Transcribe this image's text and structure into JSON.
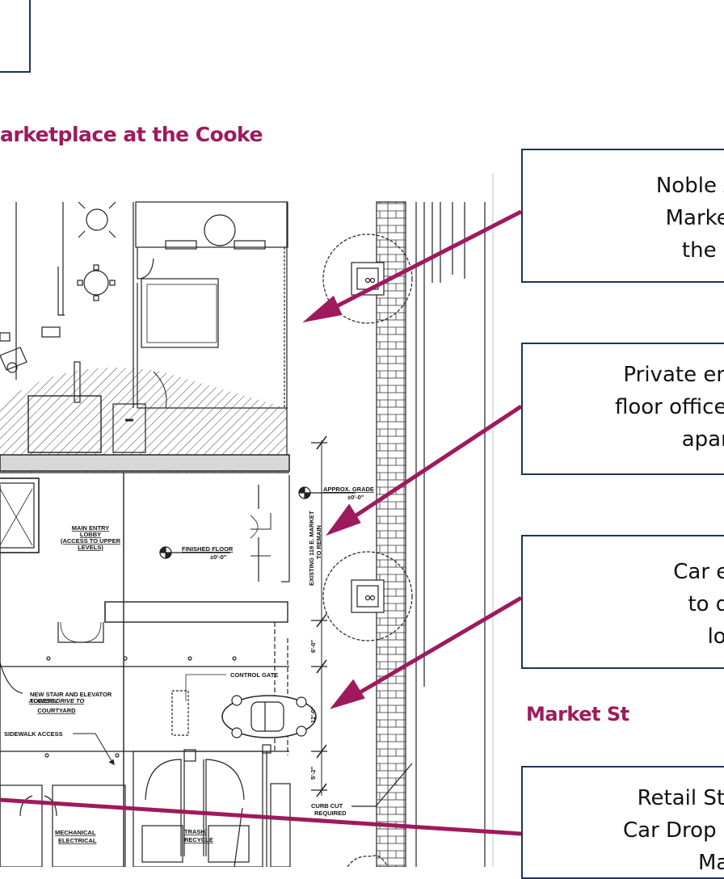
{
  "title": "arketplace at the Cooke",
  "street_label": "Market St",
  "callouts": [
    {
      "lines": [
        "Noble A",
        "Market",
        "the C"
      ]
    },
    {
      "lines": [
        "Private ent",
        "floor offices",
        "apart"
      ]
    },
    {
      "lines": [
        "Car er",
        "to dr",
        "loc"
      ]
    },
    {
      "lines": [
        "Retail Sto",
        "Car Drop C",
        "Mar"
      ]
    }
  ],
  "plan_labels": {
    "main_entry": [
      "MAIN ENTRY",
      "LOBBY",
      "(ACCESS TO UPPER",
      "LEVELS)"
    ],
    "finished_floor": [
      "FINISHED FLOOR",
      "±0'-0\""
    ],
    "approx_grade": [
      "APPROX. GRADE",
      "±0'-0\""
    ],
    "existing": [
      "EXISTING 119 E. MARKET",
      "TO REMAIN"
    ],
    "stair": [
      "NEW STAIR AND ELEVATOR",
      "TOWERS"
    ],
    "access_drive": [
      "ACCESS DRIVE TO",
      "COURTYARD"
    ],
    "control_gate": "CONTROL GATE",
    "sidewalk_access": "SIDEWALK ACCESS",
    "mechanical": [
      "MECHANICAL",
      "ELECTRICAL"
    ],
    "trash": [
      "TRASH/",
      "RECYCLE"
    ],
    "curb_cut": [
      "CURB CUT",
      "REQUIRED"
    ],
    "dim_6": "6'-0\"",
    "dim_12": "12'-0\"",
    "dim_5": "5'-2\""
  },
  "colors": {
    "accent": "#9e1a5c",
    "frame": "#1c3557"
  }
}
